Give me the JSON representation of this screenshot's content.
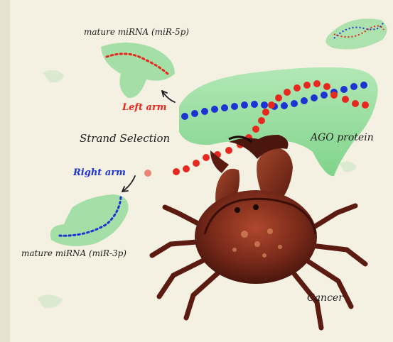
{
  "labels": {
    "mature_5p": "mature miRNA (miR-5p)",
    "mature_3p": "mature miRNA (miR-3p)",
    "strand_selection": "Strand Selection",
    "ago_protein": "AGO protein",
    "left_arm": "Left arm",
    "right_arm": "Right arm",
    "cancer": "Cancer"
  },
  "colors": {
    "background": "#f4f0e2",
    "protein_green": "#7fd88c",
    "strand_red": "#e8281e",
    "strand_blue": "#1e34d2",
    "crab_shell": "#7a2a1a",
    "crab_dark": "#4a160d",
    "arrow": "#222222"
  },
  "icons": [
    "crab-illustration",
    "curved-arrow-icon"
  ]
}
